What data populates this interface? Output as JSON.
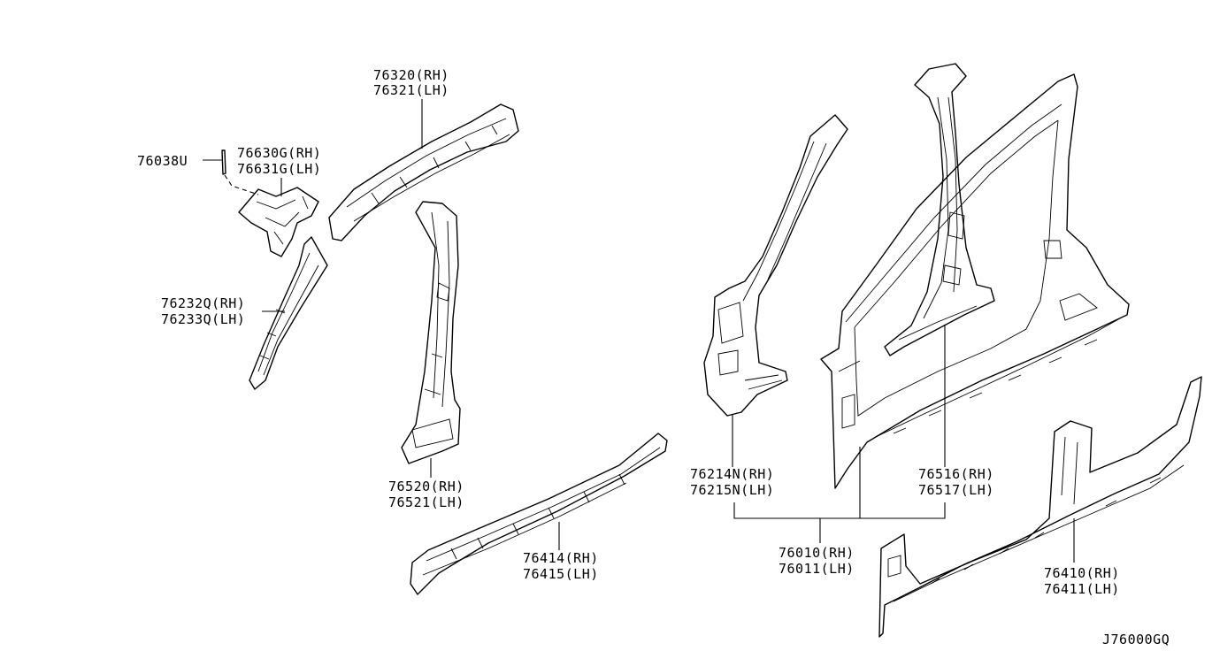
{
  "diagram_code": "J76000GQ",
  "callouts": {
    "c76038u": "76038U",
    "c76630g_rh": "76630G(RH)",
    "c76631g_lh": "76631G(LH)",
    "c76320_rh": "76320(RH)",
    "c76321_lh": "76321(LH)",
    "c76232q_rh": "76232Q(RH)",
    "c76233q_lh": "76233Q(LH)",
    "c76520_rh": "76520(RH)",
    "c76521_lh": "76521(LH)",
    "c76414_rh": "76414(RH)",
    "c76415_lh": "76415(LH)",
    "c76214n_rh": "76214N(RH)",
    "c76215n_lh": "76215N(LH)",
    "c76010_rh": "76010(RH)",
    "c76011_lh": "76011(LH)",
    "c76516_rh": "76516(RH)",
    "c76517_lh": "76517(LH)",
    "c76410_rh": "76410(RH)",
    "c76411_lh": "76411(LH)"
  }
}
